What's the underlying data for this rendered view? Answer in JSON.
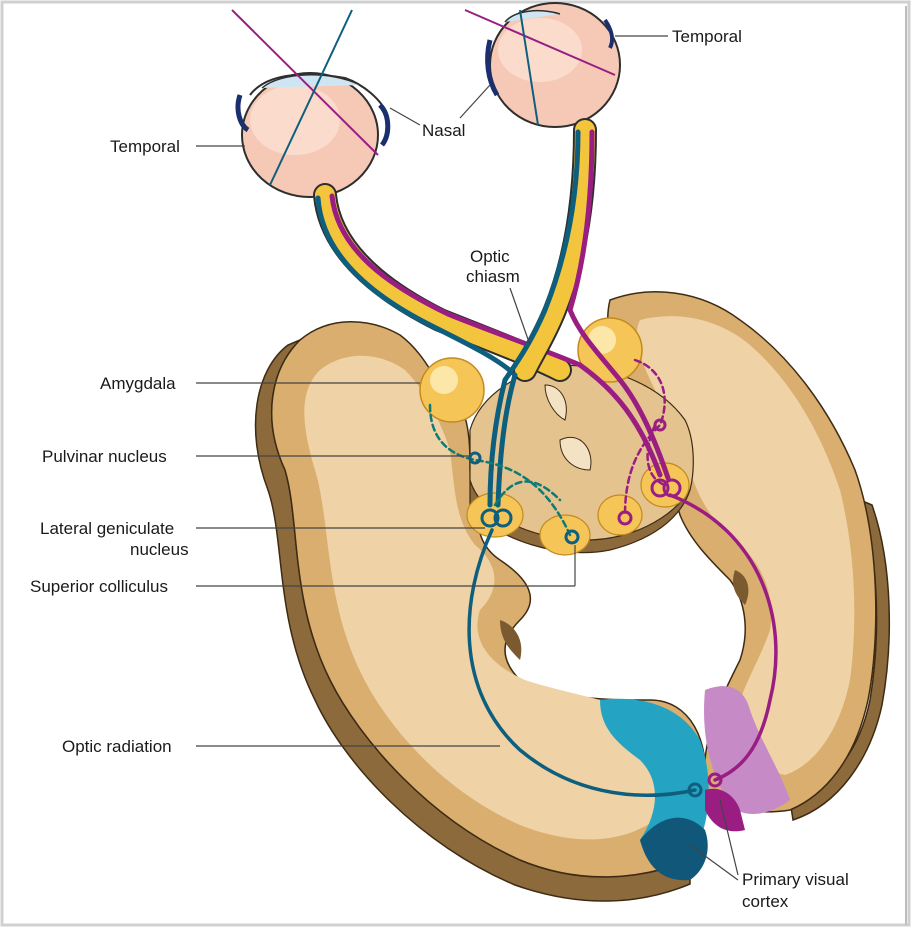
{
  "labels": {
    "temporal_left": "Temporal",
    "temporal_right": "Temporal",
    "nasal": "Nasal",
    "optic_chiasm_line1": "Optic",
    "optic_chiasm_line2": "chiasm",
    "amygdala": "Amygdala",
    "pulvinar": "Pulvinar nucleus",
    "lgn_line1": "Lateral geniculate",
    "lgn_line2": "nucleus",
    "superior_colliculus": "Superior colliculus",
    "optic_radiation": "Optic radiation",
    "visual_cortex_line1": "Primary visual",
    "visual_cortex_line2": "cortex"
  },
  "colors": {
    "pathway_blue": "#0e5f7e",
    "pathway_purple": "#9a1e82",
    "pathway_yellow": "#f2c53d",
    "brain_tan": "#d9b27a",
    "brain_light": "#ebcfa5",
    "eyeball": "#f6c9b6",
    "nucleus_yellow": "#f7c85a",
    "cortex_blue": "#25a3c2",
    "cortex_purple": "#c68bc6"
  }
}
